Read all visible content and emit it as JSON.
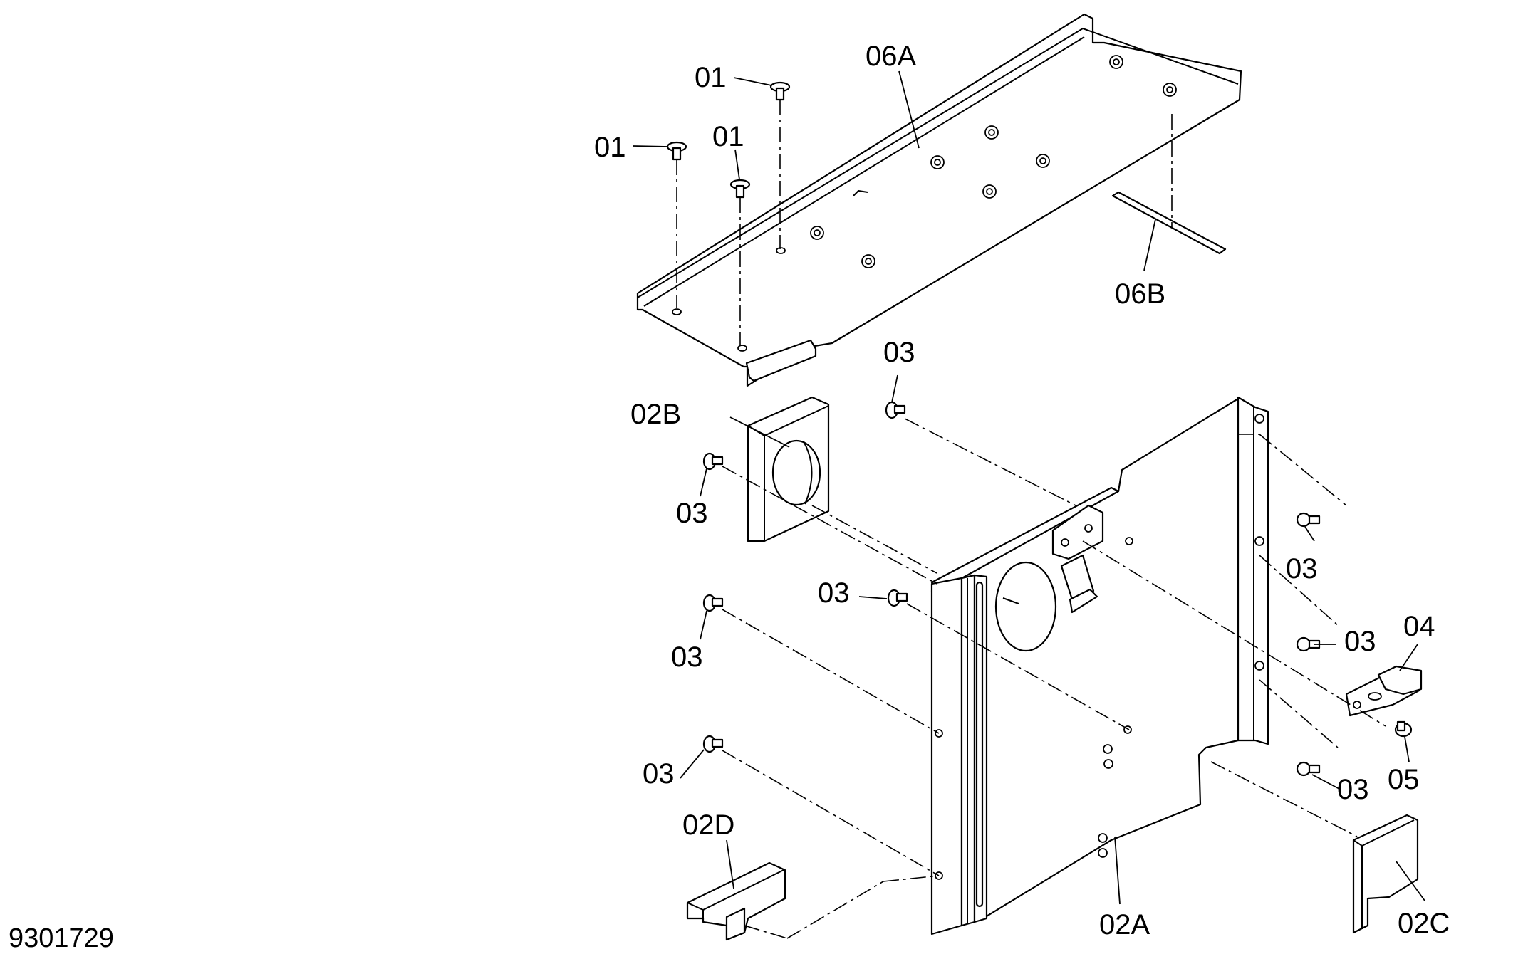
{
  "drawing_number": "9301729",
  "callouts": {
    "c01a": "01",
    "c01b": "01",
    "c01c": "01",
    "c06A": "06A",
    "c06B": "06B",
    "c02B": "02B",
    "c03a": "03",
    "c03b": "03",
    "c03c": "03",
    "c03d": "03",
    "c03e": "03",
    "c03f": "03",
    "c03g": "03",
    "c03h": "03",
    "c04": "04",
    "c05": "05",
    "c02A": "02A",
    "c02C": "02C",
    "c02D": "02D"
  }
}
